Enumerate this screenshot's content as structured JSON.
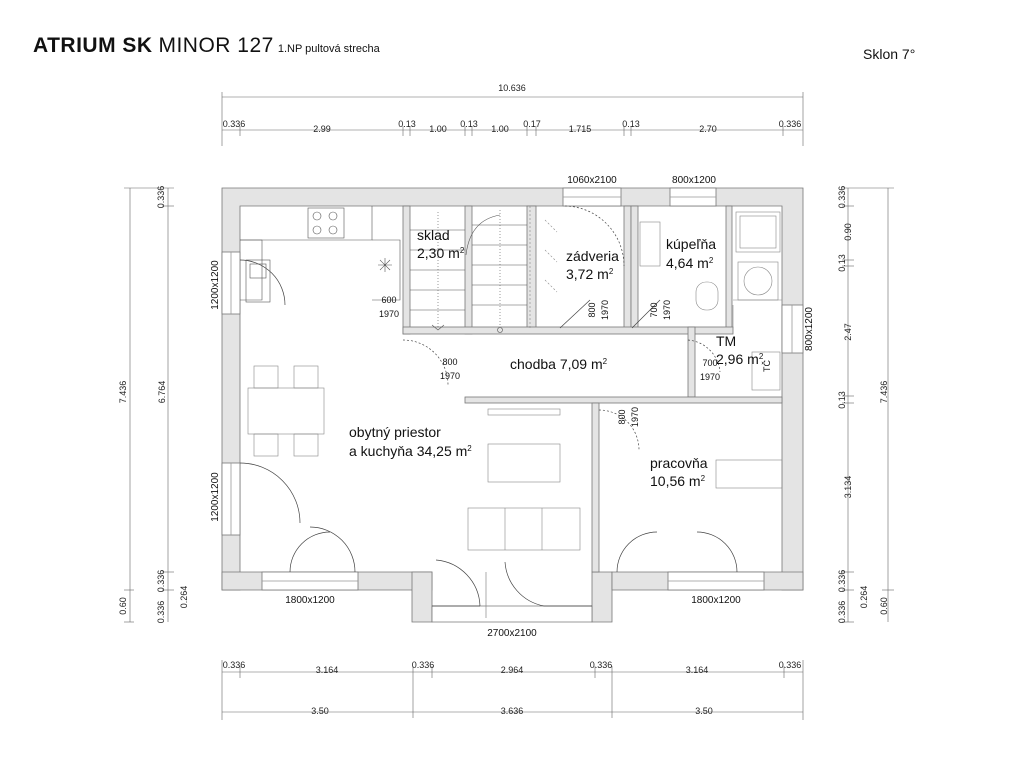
{
  "header": {
    "title_bold": "ATRIUM SK",
    "title_rest": "MINOR 127",
    "subtitle": "1.NP pultová strecha",
    "slope": "Sklon 7°"
  },
  "rooms": {
    "sklad": {
      "name": "sklad",
      "area": "2,30 m",
      "sup": "2"
    },
    "zadveria": {
      "name": "zádveria",
      "area": "3,72 m",
      "sup": "2"
    },
    "kupelna": {
      "name": "kúpeľňa",
      "area": "4,64 m",
      "sup": "2"
    },
    "chodba": {
      "name": "chodba 7,09 m",
      "sup": "2"
    },
    "tm": {
      "name": "TM",
      "area": "2,96 m",
      "sup": "2",
      "tc": "TČ"
    },
    "obytny": {
      "name": "obytný priestor",
      "area": "a kuchyňa 34,25 m",
      "sup": "2"
    },
    "pracovna": {
      "name": "pracovňa",
      "area": "10,56 m",
      "sup": "2"
    }
  },
  "openings": {
    "win_top_zadveria": "1060x2100",
    "win_top_kupelna": "800x1200",
    "win_left_kitchen": "1200x1200",
    "win_left_living": "1200x1200",
    "win_right_tm": "800x1200",
    "win_bottom_left": "1800x1200",
    "win_bottom_right": "1800x1200",
    "door_entrance": "2700x2100",
    "door_sklad": [
      "600",
      "1970"
    ],
    "door_chodba_left": [
      "800",
      "1970"
    ],
    "door_zadveria": [
      "800",
      "1970"
    ],
    "door_kupelna": [
      "700",
      "1970"
    ],
    "door_tm": [
      "700",
      "1970"
    ],
    "door_pracovna": [
      "800",
      "1970"
    ]
  },
  "dimensions": {
    "top_total": "10.636",
    "top_chain": [
      "0.336",
      "2.99",
      "0.13",
      "1.00",
      "0.13",
      "1.00",
      "0.17",
      "1.715",
      "0.13",
      "2.70",
      "0.336"
    ],
    "bottom_chain": [
      "0.336",
      "3.164",
      "0.336",
      "2.964",
      "0.336",
      "3.164",
      "0.336"
    ],
    "bottom_total": [
      "3.50",
      "3.636",
      "3.50"
    ],
    "left_total": "7.436",
    "left_inner": "6.764",
    "left_chain": [
      "0.336",
      "0.336",
      "0.264"
    ],
    "left_bottom": [
      "0.60",
      "0.336"
    ],
    "right_chain": [
      "0.336",
      "0.90",
      "0.13",
      "2.47",
      "0.13",
      "3.134",
      "0.336",
      "0.264"
    ],
    "right_total": "7.436",
    "right_bottom": [
      "0.336",
      "0.60"
    ]
  }
}
